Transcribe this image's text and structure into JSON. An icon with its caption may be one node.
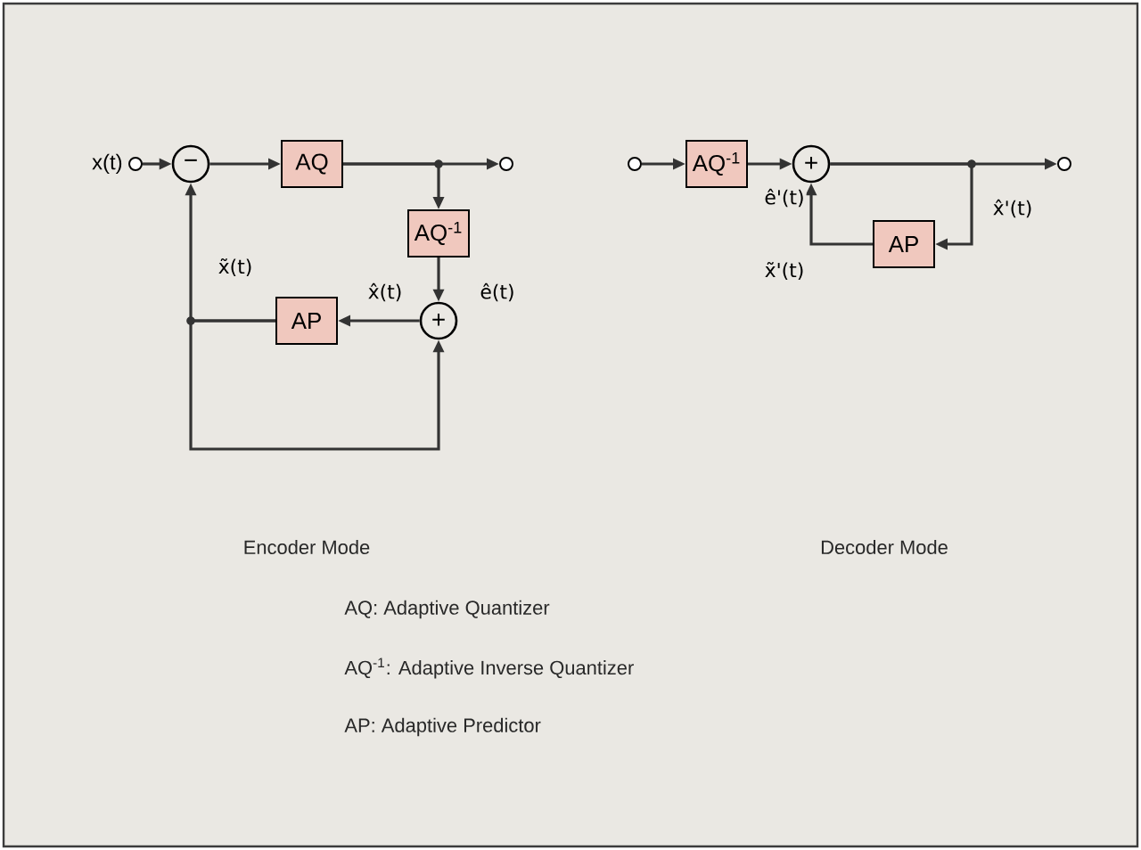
{
  "diagram": {
    "nodes": [
      {
        "text": [],
        "shape": "circle",
        "beside": [
          "x(t)"
        ]
      },
      {
        "text": [
          "−"
        ]
      },
      {
        "text": [
          "AQ"
        ]
      },
      {
        "text": [],
        "shape": "circle"
      },
      {
        "text": [
          "AQ$^{-1}$"
        ]
      },
      {
        "text": [
          "+"
        ]
      },
      {
        "text": [
          "AP"
        ]
      },
      {
        "text": [],
        "shape": "circle"
      },
      {
        "text": [
          "AQ$^{-1}$"
        ]
      },
      {
        "text": [
          "+"
        ]
      },
      {
        "text": [],
        "shape": "circle"
      },
      {
        "text": [
          "AP"
        ]
      }
    ],
    "edges": [
      {
        "from": 0,
        "to": 1,
        "arrow": "to"
      },
      {
        "from": 1,
        "to": 2,
        "arrow": "to"
      },
      {
        "from": 2,
        "to": 3,
        "arrow": "to"
      },
      {
        "from": 2,
        "to": 4,
        "arrow": "to"
      },
      {
        "from": 4,
        "to": 5,
        "arrow": "to",
        "label": "ê(t)"
      },
      {
        "from": 5,
        "to": 6,
        "arrow": "to",
        "label": "x̂(t)"
      },
      {
        "from": 6,
        "to": 1,
        "arrow": "to",
        "label": "x̃(t)"
      },
      {
        "from": 6,
        "to": 5,
        "arrow": "to"
      },
      {
        "from": 7,
        "to": 8,
        "arrow": "to"
      },
      {
        "from": 8,
        "to": 9,
        "arrow": "to",
        "label": "ê'(t)"
      },
      {
        "from": 9,
        "to": 10,
        "arrow": "to"
      },
      {
        "from": 9,
        "to": 11,
        "arrow": "to",
        "label": "x̂'(t)"
      },
      {
        "from": 11,
        "to": 9,
        "arrow": "to",
        "label": "x̃'(t)"
      }
    ],
    "labels": [
      "Encoder Mode",
      "Decoder Mode",
      "AQ: Adaptive Quantizer",
      "AQ$^{-1}$: Adaptive Inverse Quantizer",
      "AP: Adaptive Predictor"
    ]
  }
}
